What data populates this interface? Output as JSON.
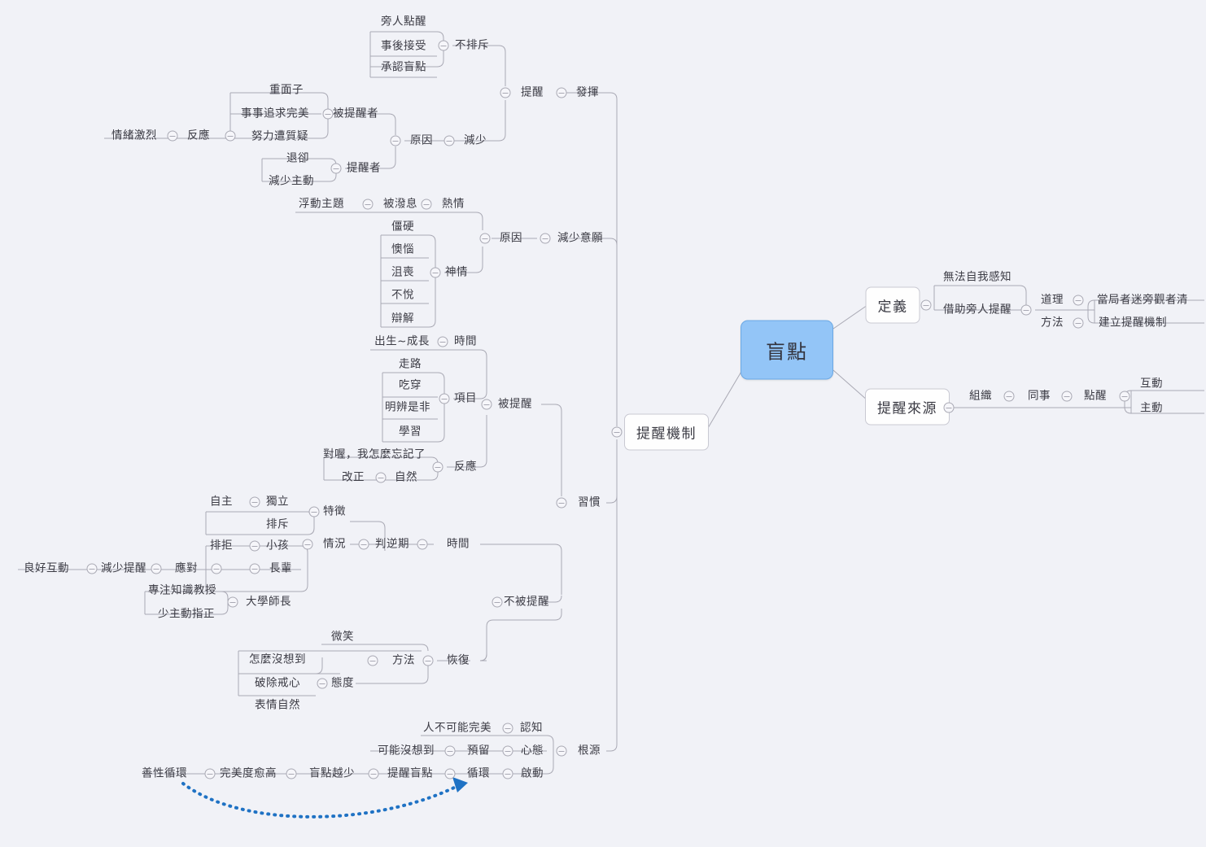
{
  "title": "盲點 心智圖",
  "colors": {
    "background": "#f1f2f7",
    "root_fill": "#93c5f7",
    "root_stroke": "#6aa8e4",
    "box_fill": "#fefefe",
    "box_stroke": "#c9c9d2",
    "line": "#a9a9b4",
    "text": "#3b3b44",
    "relation_arrow": "#1f72c4"
  },
  "root": {
    "label": "盲點"
  },
  "level1": {
    "definition": "定義",
    "source": "提醒來源",
    "mechanism": "提醒機制"
  },
  "right_branch": {
    "definition_children": [
      {
        "label": "無法自我感知"
      },
      {
        "label": "借助旁人提醒"
      }
    ],
    "definition_grandchildren": [
      {
        "key": "道理",
        "value": "當局者迷旁觀者清"
      },
      {
        "key": "方法",
        "value": "建立提醒機制"
      }
    ],
    "source_chain": [
      "組織",
      "同事",
      "點醒"
    ],
    "source_leaves": [
      "互動",
      "主動"
    ]
  },
  "mechanism_children": [
    "發揮",
    "減少意願",
    "習慣",
    "根源"
  ],
  "faher_branch": {
    "發揮": {
      "child": "提醒",
      "grandchild": "不排斥",
      "leaves": [
        "旁人點醒",
        "事後接受",
        "承認盲點"
      ]
    },
    "減少": {
      "label": "減少",
      "child": "原因",
      "groups": [
        {
          "title": "被提醒者",
          "leaves": [
            "重面子",
            "事事追求完美",
            "努力遭質疑"
          ],
          "tail": [
            "反應",
            "情緒激烈"
          ]
        },
        {
          "title": "提醒者",
          "leaves": [
            "退卻",
            "減少主動"
          ]
        }
      ]
    },
    "減少意願": {
      "child": "原因",
      "groups": [
        {
          "title": "熱情",
          "prev": "被潑息",
          "leaf": "浮動主題"
        },
        {
          "title": "神情",
          "leaves": [
            "僵硬",
            "懊惱",
            "沮喪",
            "不悅",
            "辯解"
          ]
        }
      ]
    },
    "習慣": {
      "children": [
        "被提醒",
        "不被提醒"
      ],
      "被提醒": {
        "時間": "出生~成長",
        "項目": [
          "走路",
          "吃穿",
          "明辨是非",
          "學習"
        ],
        "反應": {
          "leaf": "對喔，我怎麼忘記了",
          "pair": [
            "改正",
            "自然"
          ]
        }
      },
      "不被提醒": {
        "判逆期": {
          "時間": "時間",
          "特徵": [
            "自主",
            "獨立",
            "排斥"
          ],
          "情況": {
            "小孩": [
              "排拒"
            ],
            "長輩": [
              "良好互動",
              "減少提醒",
              "應對"
            ],
            "大學師長": [
              "專注知識教授",
              "少主動指正"
            ]
          }
        },
        "恢復": {
          "方法": "方法",
          "微笑": "微笑",
          "態度": [
            "怎麼沒想到",
            "破除戒心",
            "表情自然"
          ]
        }
      }
    },
    "根源": {
      "rows": [
        {
          "chain": [
            "人不可能完美",
            "認知"
          ]
        },
        {
          "chain": [
            "可能沒想到",
            "預留",
            "心態"
          ]
        },
        {
          "chain": [
            "善性循環",
            "完美度愈高",
            "盲點越少",
            "提醒盲點",
            "循環",
            "啟動"
          ]
        }
      ]
    }
  },
  "labels": {
    "旁人點醒": "旁人點醒",
    "事後接受": "事後接受",
    "承認盲點": "承認盲點",
    "不排斥": "不排斥",
    "提醒": "提醒",
    "發揮": "發揮",
    "重面子": "重面子",
    "事事追求完美": "事事追求完美",
    "努力遭質疑": "努力遭質疑",
    "被提醒者": "被提醒者",
    "情緒激烈": "情緒激烈",
    "反應": "反應",
    "退卻": "退卻",
    "減少主動": "減少主動",
    "提醒者": "提醒者",
    "原因": "原因",
    "減少": "減少",
    "浮動主題": "浮動主題",
    "被潑息": "被潑息",
    "熱情": "熱情",
    "僵硬": "僵硬",
    "懊惱": "懊惱",
    "沮喪": "沮喪",
    "不悅": "不悅",
    "辯解": "辯解",
    "神情": "神情",
    "原因2": "原因",
    "減少意願": "減少意願",
    "出生成長": "出生~成長",
    "時間": "時間",
    "走路": "走路",
    "吃穿": "吃穿",
    "明辨是非": "明辨是非",
    "學習": "學習",
    "項目": "項目",
    "被提醒": "被提醒",
    "對喔我怎麼忘記了": "對喔，我怎麼忘記了",
    "改正": "改正",
    "自然": "自然",
    "反應2": "反應",
    "習慣": "習慣",
    "自主": "自主",
    "獨立": "獨立",
    "排斥": "排斥",
    "特徵": "特徵",
    "排拒": "排拒",
    "小孩": "小孩",
    "良好互動": "良好互動",
    "減少提醒": "減少提醒",
    "應對": "應對",
    "長輩": "長輩",
    "專注知識教授": "專注知識教授",
    "少主動指正": "少主動指正",
    "大學師長": "大學師長",
    "情況": "情況",
    "判逆期": "判逆期",
    "時間2": "時間",
    "不被提醒": "不被提醒",
    "微笑": "微笑",
    "怎麼沒想到": "怎麼沒想到",
    "破除戒心": "破除戒心",
    "表情自然": "表情自然",
    "態度": "態度",
    "方法": "方法",
    "恢復": "恢復",
    "人不可能完美": "人不可能完美",
    "認知": "認知",
    "可能沒想到": "可能沒想到",
    "預留": "預留",
    "心態": "心態",
    "善性循環": "善性循環",
    "完美度愈高": "完美度愈高",
    "盲點越少": "盲點越少",
    "提醒盲點": "提醒盲點",
    "循環": "循環",
    "啟動": "啟動",
    "根源": "根源",
    "提醒機制": "提醒機制",
    "定義": "定義",
    "無法自我感知": "無法自我感知",
    "借助旁人提醒": "借助旁人提醒",
    "道理": "道理",
    "當局者迷旁觀者清": "當局者迷旁觀者清",
    "方法2": "方法",
    "建立提醒機制": "建立提醒機制",
    "提醒來源": "提醒來源",
    "組織": "組織",
    "同事": "同事",
    "點醒": "點醒",
    "互動": "互動",
    "主動": "主動"
  }
}
